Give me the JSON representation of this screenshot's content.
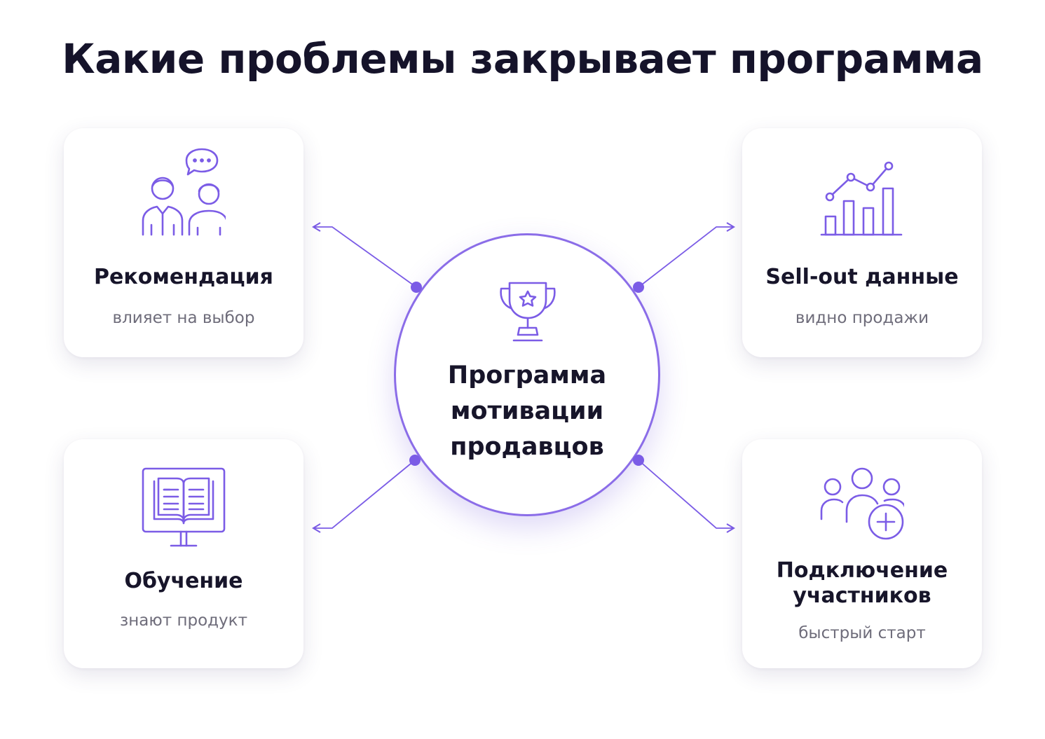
{
  "title": "Какие проблемы закрывает программа",
  "colors": {
    "accent": "#7b5ce6",
    "text": "#17152a",
    "muted": "#6e6c7a"
  },
  "center": {
    "lines": [
      "Программа",
      "мотивации",
      "продавцов"
    ],
    "icon": "trophy-icon"
  },
  "cards": [
    {
      "title": "Рекомендация",
      "subtitle": "влияет на выбор",
      "icon": "people-chat-icon"
    },
    {
      "title": "Sell-out данные",
      "subtitle": "видно продажи",
      "icon": "chart-growth-icon"
    },
    {
      "title": "Обучение",
      "subtitle": "знают продукт",
      "icon": "book-monitor-icon"
    },
    {
      "title_lines": [
        "Подключение",
        "участников"
      ],
      "subtitle": "быстрый старт",
      "icon": "add-group-icon"
    }
  ]
}
